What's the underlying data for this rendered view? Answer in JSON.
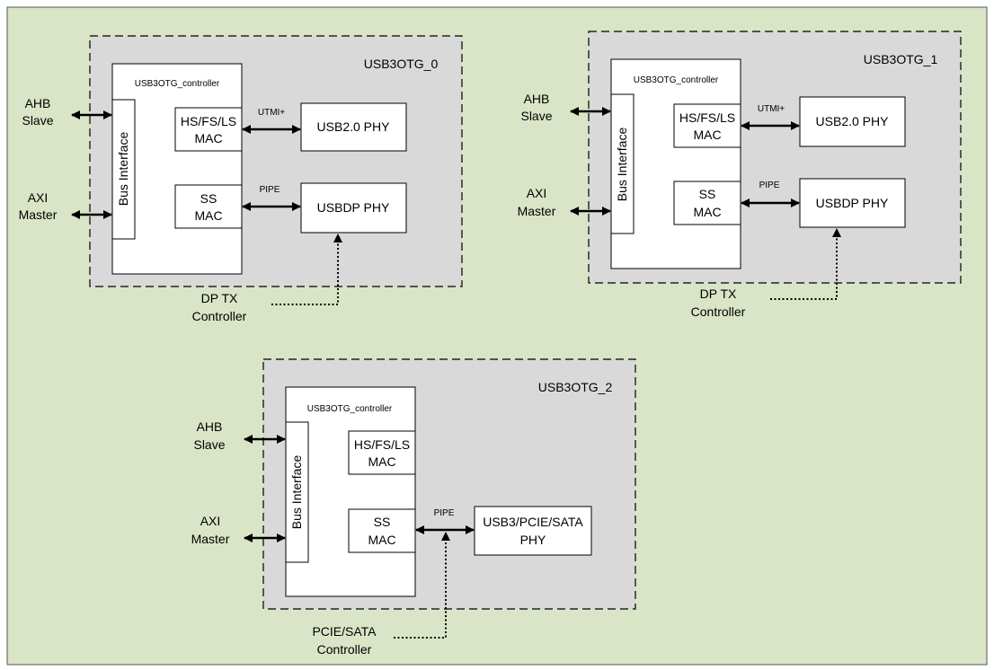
{
  "colors": {
    "background": "#d9e5c6",
    "instance_fill": "#d9d9d9",
    "block_fill": "#ffffff",
    "stroke": "#000000"
  },
  "instances": [
    {
      "name": "USB3OTG_0",
      "controller_label": "USB3OTG_controller",
      "bus_interface": "Bus Interface",
      "mac_hs": [
        "HS/FS/LS",
        "MAC"
      ],
      "mac_ss": [
        "SS",
        "MAC"
      ],
      "link_hs": "UTMI+",
      "link_ss": "PIPE",
      "phy_hs": "USB2.0 PHY",
      "phy_ss": "USBDP PHY",
      "ahb": [
        "AHB",
        "Slave"
      ],
      "axi": [
        "AXI",
        "Master"
      ],
      "ext": [
        "DP TX",
        "Controller"
      ]
    },
    {
      "name": "USB3OTG_1",
      "controller_label": "USB3OTG_controller",
      "bus_interface": "Bus Interface",
      "mac_hs": [
        "HS/FS/LS",
        "MAC"
      ],
      "mac_ss": [
        "SS",
        "MAC"
      ],
      "link_hs": "UTMI+",
      "link_ss": "PIPE",
      "phy_hs": "USB2.0 PHY",
      "phy_ss": "USBDP PHY",
      "ahb": [
        "AHB",
        "Slave"
      ],
      "axi": [
        "AXI",
        "Master"
      ],
      "ext": [
        "DP TX",
        "Controller"
      ]
    },
    {
      "name": "USB3OTG_2",
      "controller_label": "USB3OTG_controller",
      "bus_interface": "Bus Interface",
      "mac_hs": [
        "HS/FS/LS",
        "MAC"
      ],
      "mac_ss": [
        "SS",
        "MAC"
      ],
      "link_ss": "PIPE",
      "phy_ss": [
        "USB3/PCIE/SATA",
        "PHY"
      ],
      "ahb": [
        "AHB",
        "Slave"
      ],
      "axi": [
        "AXI",
        "Master"
      ],
      "ext": [
        "PCIE/SATA",
        "Controller"
      ]
    }
  ]
}
